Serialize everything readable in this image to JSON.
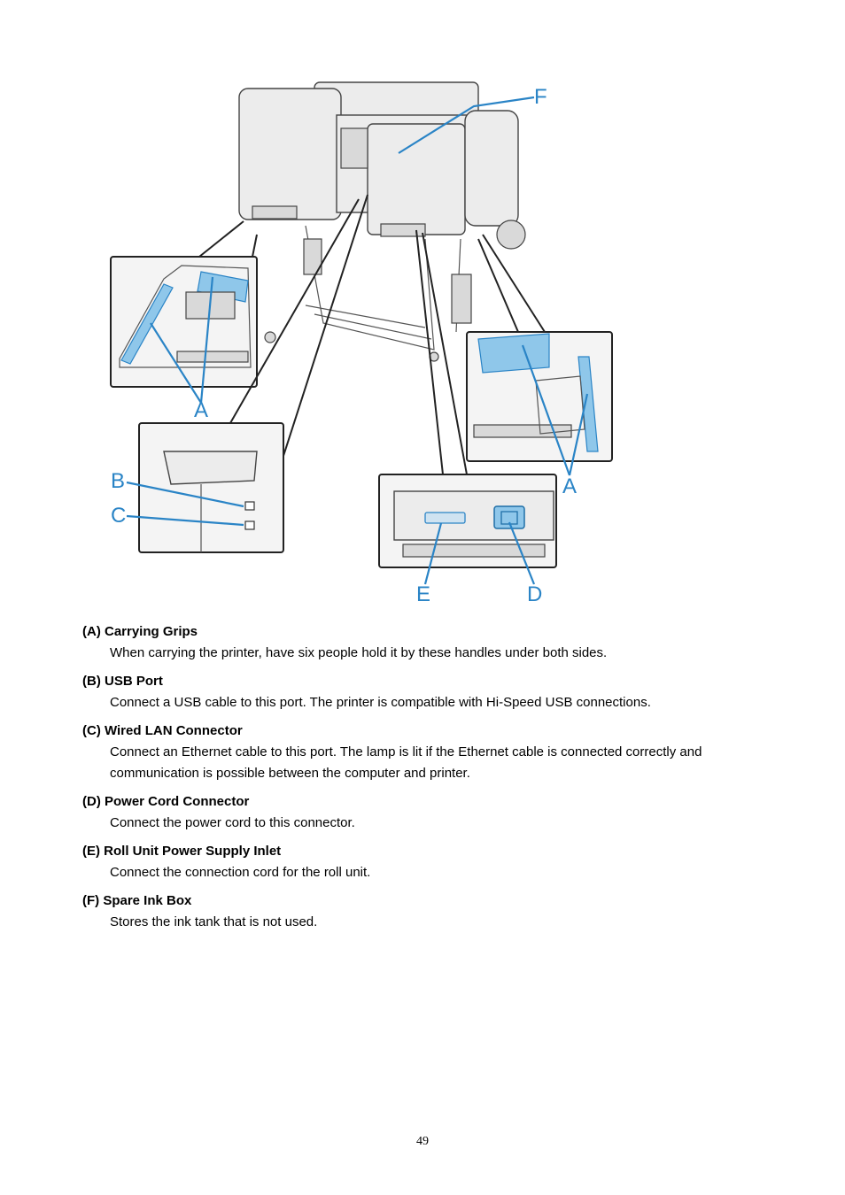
{
  "figure": {
    "callouts": {
      "a_left": "A",
      "a_right": "A",
      "b": "B",
      "c": "C",
      "d": "D",
      "e": "E",
      "f": "F"
    }
  },
  "items": [
    {
      "term": "(A) Carrying Grips",
      "desc": "When carrying the printer, have six people hold it by these handles under both sides."
    },
    {
      "term": "(B) USB Port",
      "desc": "Connect a USB cable to this port. The printer is compatible with Hi-Speed USB connections."
    },
    {
      "term": "(C) Wired LAN Connector",
      "desc": "Connect an Ethernet cable to this port. The lamp is lit if the Ethernet cable is connected correctly and communication is possible between the computer and printer."
    },
    {
      "term": "(D) Power Cord Connector",
      "desc": "Connect the power cord to this connector."
    },
    {
      "term": "(E) Roll Unit Power Supply Inlet",
      "desc": "Connect the connection cord for the roll unit."
    },
    {
      "term": "(F) Spare Ink Box",
      "desc": "Stores the ink tank that is not used."
    }
  ],
  "page_number": "49",
  "colors": {
    "callout": "#2a84c6",
    "highlight": "#8fc7ea"
  }
}
